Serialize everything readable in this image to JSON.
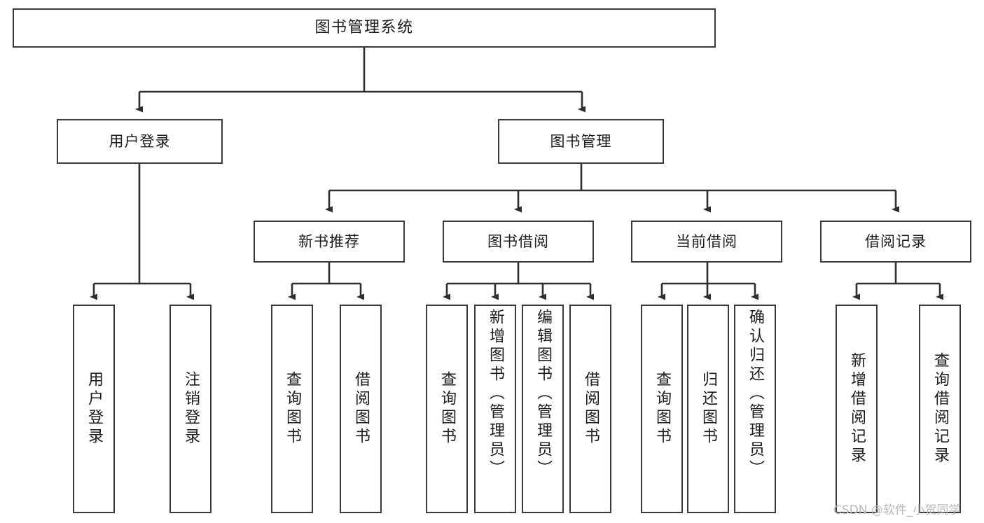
{
  "diagram": {
    "title": "图书管理系统",
    "type": "tree-hierarchy-chart",
    "watermark": "CSDN @软件_小贺同学",
    "colors": {
      "background": "#ffffff",
      "box_border": "#3a3a3a",
      "box_fill": "#ffffff",
      "text": "#1b1b1b",
      "edge": "#2e2e2e",
      "watermark": "#b9b9b9"
    },
    "root": {
      "label": "图书管理系统"
    },
    "level1": [
      {
        "id": "user-login",
        "label": "用户登录"
      },
      {
        "id": "book-manage",
        "label": "图书管理"
      }
    ],
    "level2": [
      {
        "id": "new-book-rec",
        "label": "新书推荐",
        "parent": "book-manage"
      },
      {
        "id": "book-borrow",
        "label": "图书借阅",
        "parent": "book-manage"
      },
      {
        "id": "current-borrow",
        "label": "当前借阅",
        "parent": "book-manage"
      },
      {
        "id": "borrow-record",
        "label": "借阅记录",
        "parent": "book-manage"
      }
    ],
    "leaves": {
      "user-login": [
        {
          "id": "leaf-user-login",
          "label": "用户登录"
        },
        {
          "id": "leaf-user-logout",
          "label": "注销登录"
        }
      ],
      "new-book-rec": [
        {
          "id": "leaf-query-book-1",
          "label": "查询图书"
        },
        {
          "id": "leaf-borrow-book-1",
          "label": "借阅图书"
        }
      ],
      "book-borrow": [
        {
          "id": "leaf-query-book-2",
          "label": "查询图书"
        },
        {
          "id": "leaf-add-book",
          "label": "新增图书（管理员）"
        },
        {
          "id": "leaf-edit-book",
          "label": "编辑图书（管理员）"
        },
        {
          "id": "leaf-borrow-book-2",
          "label": "借阅图书"
        }
      ],
      "current-borrow": [
        {
          "id": "leaf-query-book-3",
          "label": "查询图书"
        },
        {
          "id": "leaf-return-book",
          "label": "归还图书"
        },
        {
          "id": "leaf-confirm-return",
          "label": "确认归还（管理员）"
        }
      ],
      "borrow-record": [
        {
          "id": "leaf-add-record",
          "label": "新增借阅记录"
        },
        {
          "id": "leaf-query-record",
          "label": "查询借阅记录"
        }
      ]
    }
  }
}
